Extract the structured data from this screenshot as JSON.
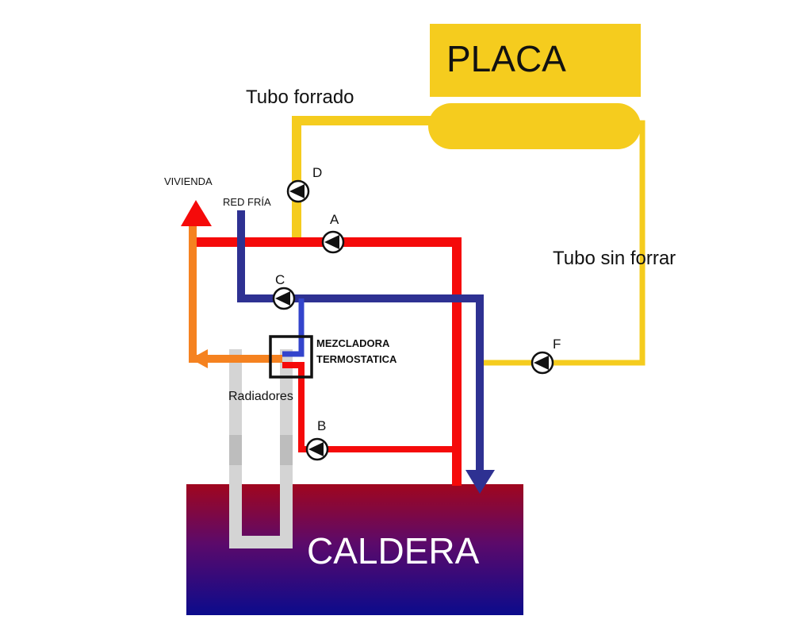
{
  "labels": {
    "placa": "PLACA",
    "caldera": "CALDERA",
    "tubo_forrado": "Tubo forrado",
    "tubo_sin_forrar": "Tubo sin forrar",
    "vivienda": "VIVIENDA",
    "red_fria": "RED FRÍA",
    "mezcladora_line1": "MEZCLADORA",
    "mezcladora_line2": "TERMOSTATICA",
    "radiadores": "Radiadores"
  },
  "pumps": [
    {
      "id": "A",
      "label": "A"
    },
    {
      "id": "B",
      "label": "B"
    },
    {
      "id": "C",
      "label": "C"
    },
    {
      "id": "D",
      "label": "D"
    },
    {
      "id": "F",
      "label": "F"
    }
  ],
  "colors": {
    "solar": "#F5CC1E",
    "hot": "#F50A0A",
    "cold": "#2E3192",
    "mixed": "#F58220",
    "mixer_blue": "#3344CC",
    "radiator": "#D4D4D4",
    "boiler_top": "#A0061E",
    "boiler_bottom": "#0B0B8C"
  }
}
